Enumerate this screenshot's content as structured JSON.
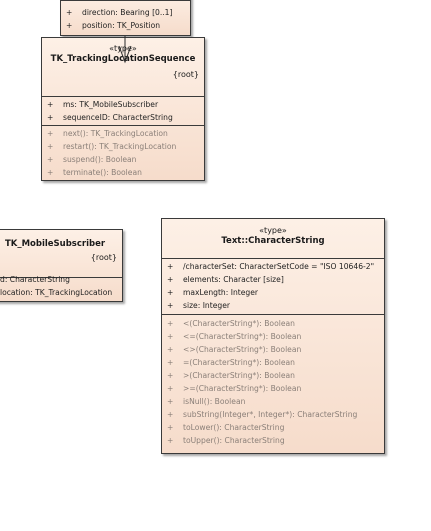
{
  "top_fragment": {
    "rows": [
      {
        "vis": "+",
        "text": "direction: Bearing [0..1]"
      },
      {
        "vis": "+",
        "text": "position: TK_Position"
      }
    ]
  },
  "tracking_location_sequence": {
    "stereotype": "«type»",
    "name": "TK_TrackingLocationSequence",
    "tag": "{root}",
    "attributes": [
      {
        "vis": "+",
        "text": "ms: TK_MobileSubscriber"
      },
      {
        "vis": "+",
        "text": "sequenceID: CharacterString"
      }
    ],
    "operations": [
      {
        "vis": "+",
        "text": "next(): TK_TrackingLocation"
      },
      {
        "vis": "+",
        "text": "restart(): TK_TrackingLocation"
      },
      {
        "vis": "+",
        "text": "suspend(): Boolean"
      },
      {
        "vis": "+",
        "text": "terminate(): Boolean"
      }
    ]
  },
  "mobile_subscriber": {
    "name": "TK_MobileSubscriber",
    "tag": "{root}",
    "attributes": [
      {
        "text": "d: CharacterString"
      },
      {
        "text": "location: TK_TrackingLocation"
      }
    ]
  },
  "character_string": {
    "stereotype": "«type»",
    "name": "Text::CharacterString",
    "attributes": [
      {
        "vis": "+",
        "text": "/characterSet: CharacterSetCode = \"ISO 10646-2\""
      },
      {
        "vis": "+",
        "text": "elements: Character [size]"
      },
      {
        "vis": "+",
        "text": "maxLength: Integer"
      },
      {
        "vis": "+",
        "text": "size: Integer"
      }
    ],
    "operations": [
      {
        "vis": "+",
        "text": "<(CharacterString*): Boolean"
      },
      {
        "vis": "+",
        "text": "<=(CharacterString*): Boolean"
      },
      {
        "vis": "+",
        "text": "<>(CharacterString*): Boolean"
      },
      {
        "vis": "+",
        "text": "=(CharacterString*): Boolean"
      },
      {
        "vis": "+",
        "text": ">(CharacterString*): Boolean"
      },
      {
        "vis": "+",
        "text": ">=(CharacterString*): Boolean"
      },
      {
        "vis": "+",
        "text": "isNull(): Boolean"
      },
      {
        "vis": "+",
        "text": "subString(Integer*, Integer*): CharacterString"
      },
      {
        "vis": "+",
        "text": "toLower(): CharacterString"
      },
      {
        "vis": "+",
        "text": "toUpper(): CharacterString"
      }
    ]
  }
}
